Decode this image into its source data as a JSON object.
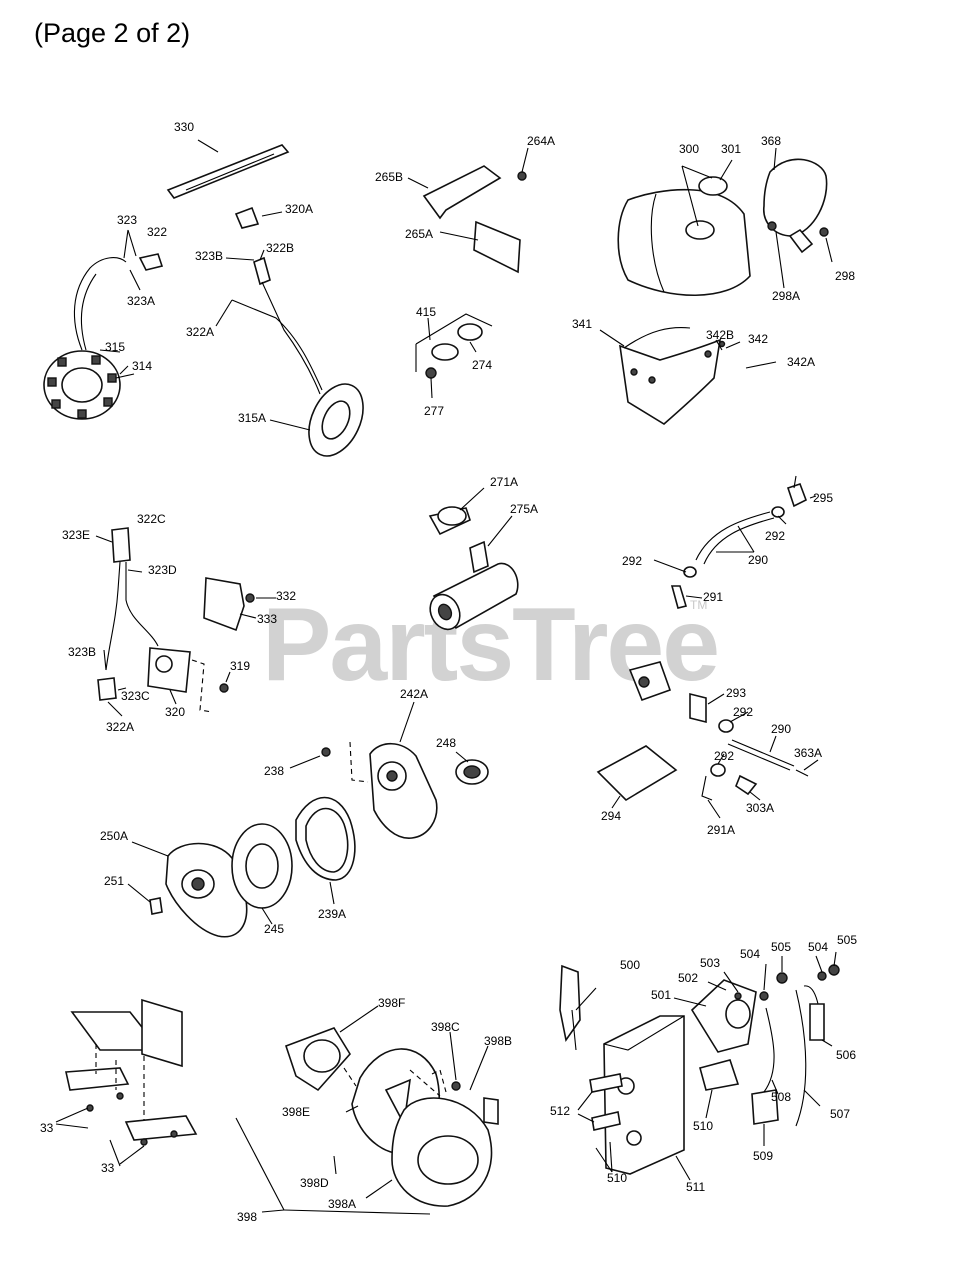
{
  "page_title": "(Page 2 of 2)",
  "watermark": {
    "text": "PartsTree",
    "tm": "TM"
  },
  "callouts": [
    "330",
    "323",
    "322",
    "320A",
    "323B",
    "322B",
    "323A",
    "322A",
    "315",
    "314",
    "315A",
    "264A",
    "265B",
    "265A",
    "415",
    "274",
    "277",
    "300",
    "301",
    "368",
    "298",
    "298A",
    "341",
    "342B",
    "342",
    "342A",
    "323E",
    "322C",
    "323D",
    "332",
    "333",
    "323B",
    "323C",
    "319",
    "320",
    "322A",
    "271A",
    "275A",
    "295",
    "292",
    "290",
    "292",
    "291",
    "238",
    "242A",
    "248",
    "250A",
    "245",
    "251",
    "239A",
    "293",
    "292",
    "290",
    "292",
    "363A",
    "303A",
    "294",
    "291A",
    "33",
    "33",
    "398F",
    "398C",
    "398B",
    "398E",
    "398D",
    "398A",
    "398",
    "500",
    "503",
    "504",
    "505",
    "504",
    "505",
    "501",
    "502",
    "506",
    "508",
    "507",
    "512",
    "510",
    "509",
    "510",
    "511"
  ]
}
